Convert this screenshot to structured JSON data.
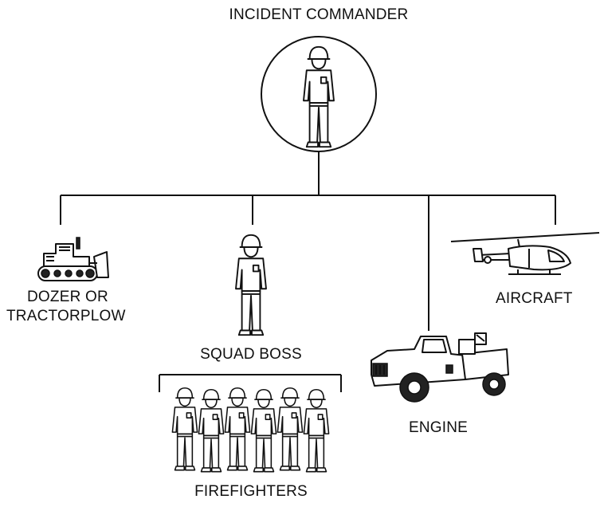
{
  "labels": {
    "incident_commander": "INCIDENT COMMANDER",
    "dozer_line1": "DOZER OR",
    "dozer_line2": "TRACTORPLOW",
    "squad_boss": "SQUAD BOSS",
    "firefighters": "FIREFIGHTERS",
    "engine": "ENGINE",
    "aircraft": "AIRCRAFT"
  },
  "colors": {
    "ink": "#111111",
    "background": "#ffffff"
  },
  "icons": [
    "person-icon",
    "dozer-icon",
    "engine-truck-icon",
    "helicopter-icon"
  ]
}
